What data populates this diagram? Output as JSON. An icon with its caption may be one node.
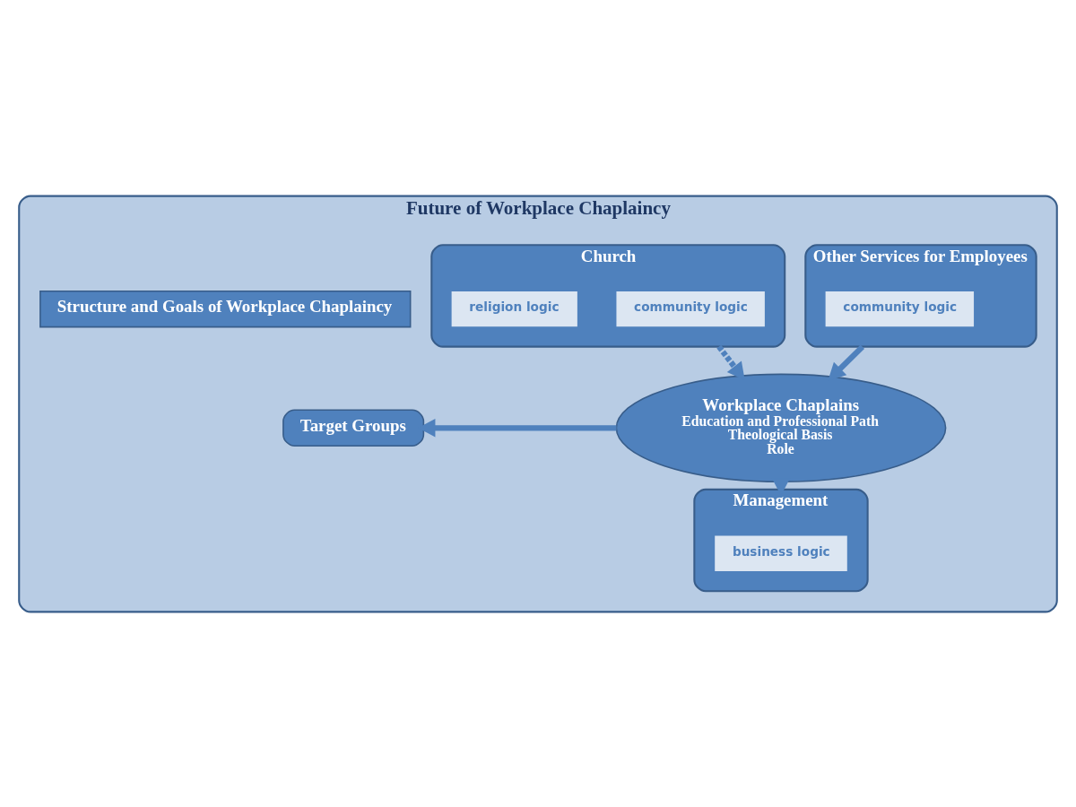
{
  "diagram": {
    "nodes": [
      {
        "text": [
          "Future of Workplace Chaplaincy"
        ]
      },
      {
        "text": [
          "Structure and Goals of Workplace Chaplaincy"
        ],
        "in": 0
      },
      {
        "text": [
          "Target Groups"
        ],
        "in": 0
      },
      {
        "text": [
          "Church"
        ],
        "in": 0
      },
      {
        "text": [
          "religion logic"
        ],
        "in": 3
      },
      {
        "text": [
          "community logic"
        ],
        "in": 3
      },
      {
        "text": [
          "Workplace Chaplains",
          "Education and Professional Path",
          "Theological Basis",
          "Role"
        ],
        "in": 0
      },
      {
        "text": [
          "Other Services for Employees"
        ],
        "in": 0
      },
      {
        "text": [
          "community logic"
        ],
        "in": 7
      },
      {
        "text": [
          "Management"
        ],
        "in": 0
      },
      {
        "text": [
          "business logic"
        ],
        "in": 9
      }
    ],
    "edges": [
      {
        "from": 6,
        "to": 2,
        "arrow": "to"
      },
      {
        "from": 3,
        "to": 6,
        "arrow": "to",
        "style": "dashed"
      },
      {
        "from": 7,
        "to": 6,
        "arrow": "to"
      },
      {
        "from": 6,
        "to": 9,
        "arrow": "to",
        "style": "dashed"
      }
    ]
  }
}
